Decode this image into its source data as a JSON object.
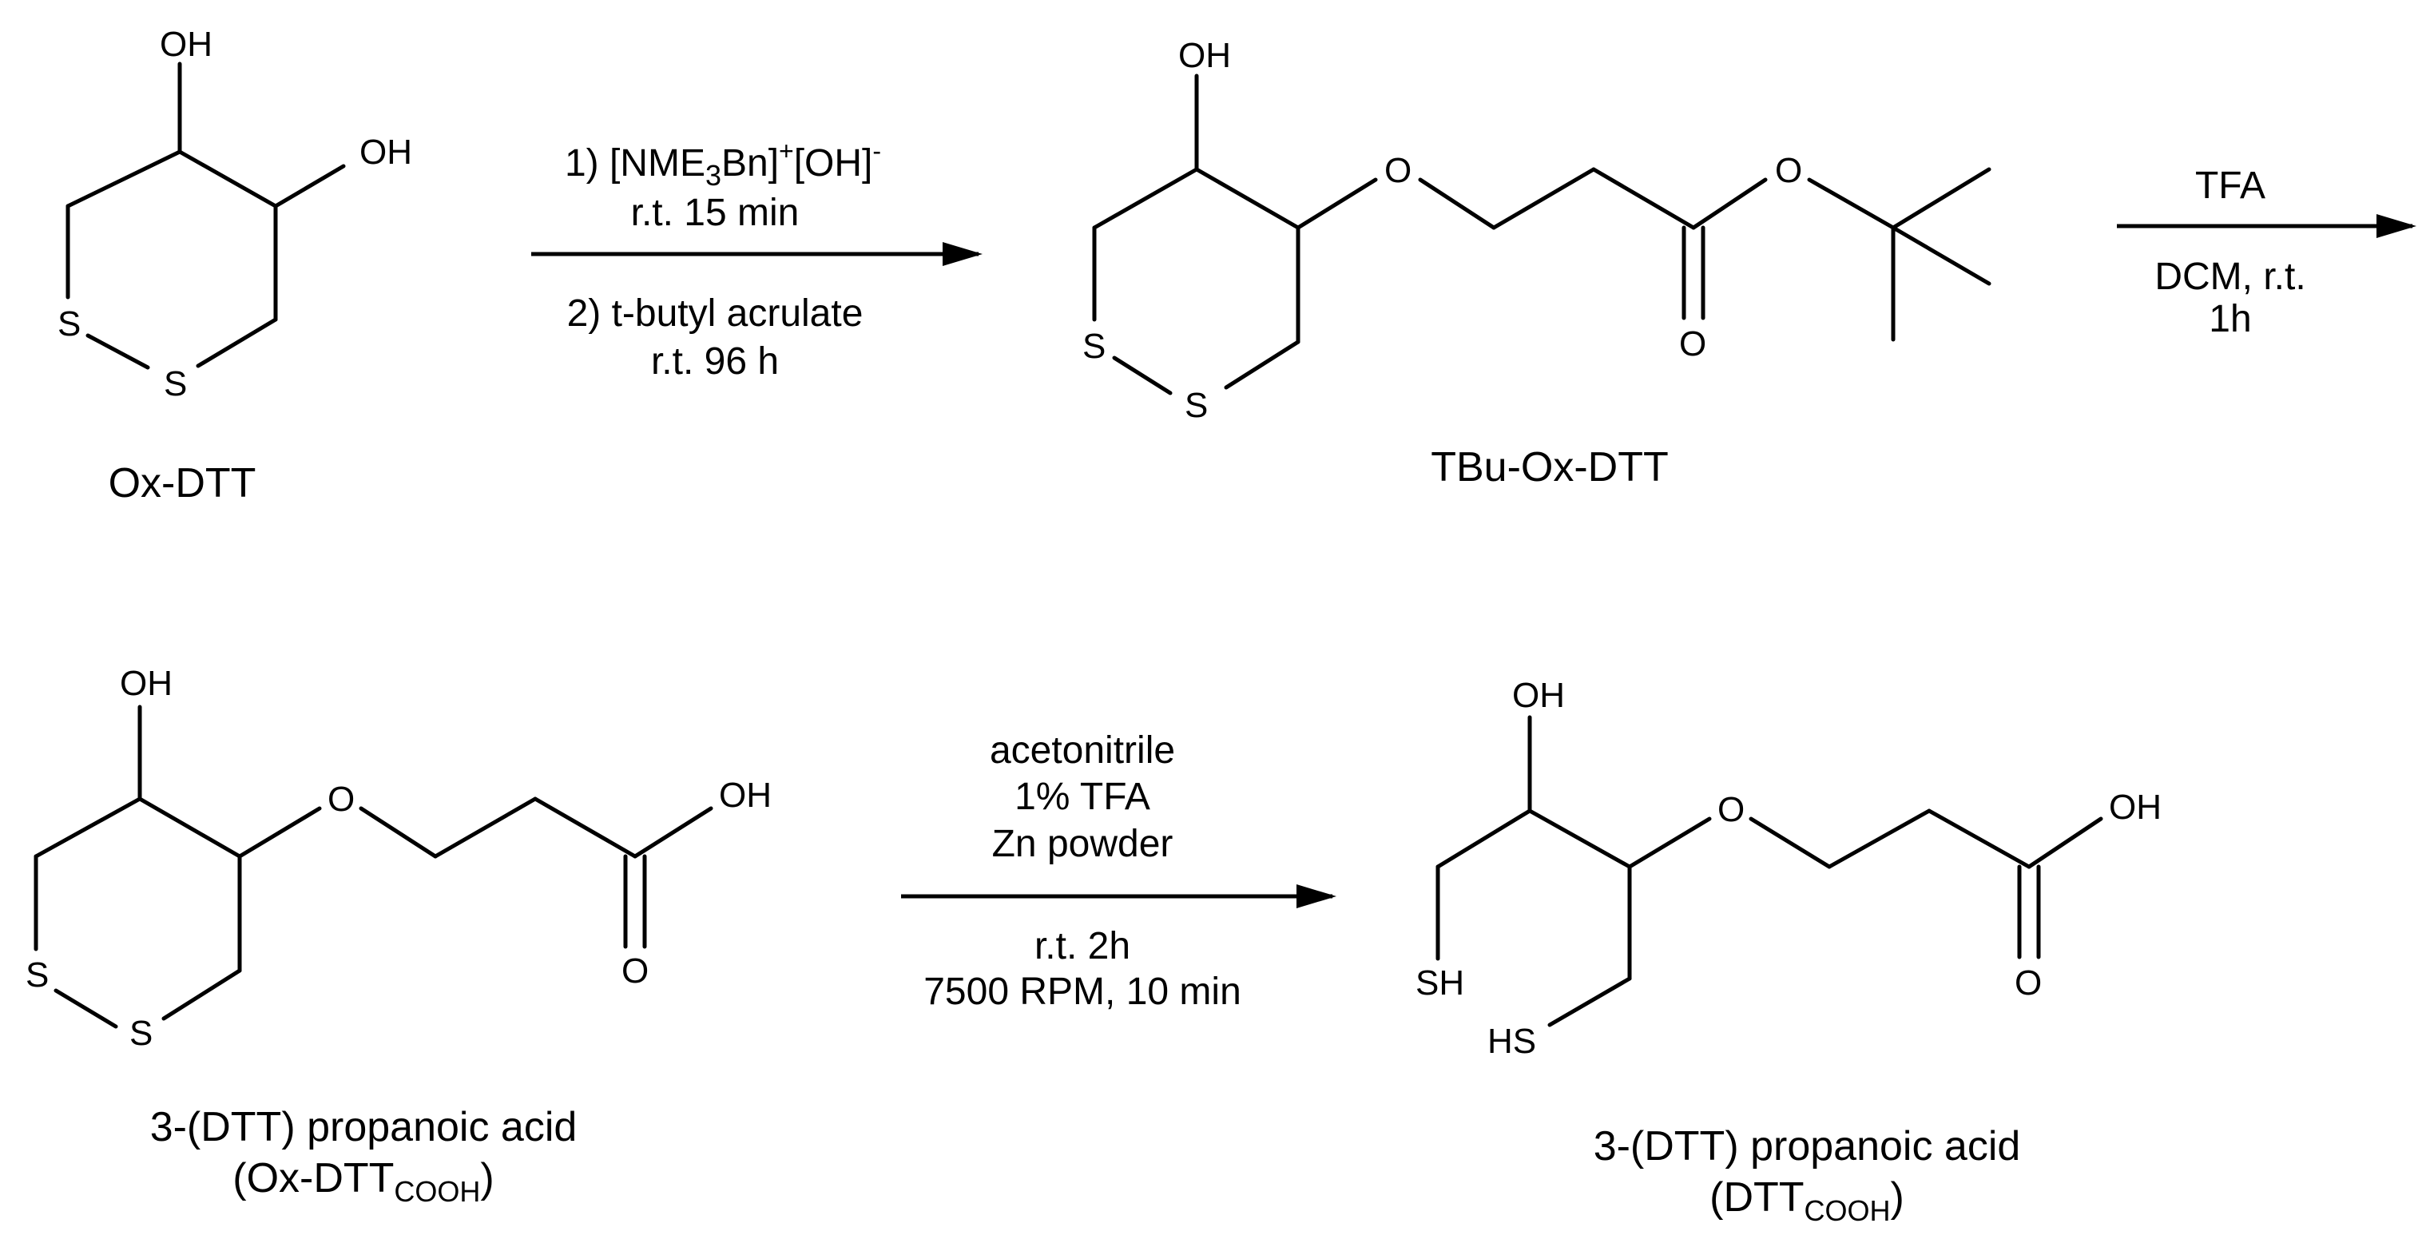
{
  "atoms": {
    "oh": "OH",
    "o": "O",
    "s": "S",
    "sh": "SH",
    "hs": "HS"
  },
  "step1": {
    "line1_prefix": "1) [NME",
    "line1_sub": "3",
    "line1_mid": "Bn]",
    "line1_sup1": "+",
    "line1_mid2": "[OH]",
    "line1_sup2": "-",
    "line2": "r.t. 15 min",
    "line3": "2) t-butyl acrulate",
    "line4": "r.t. 96 h"
  },
  "step2": {
    "above": "TFA",
    "below1": "DCM, r.t.",
    "below2": "1h"
  },
  "step3": {
    "above1": "acetonitrile",
    "above2": "1% TFA",
    "above3": "Zn powder",
    "below1": "r.t. 2h",
    "below2": "7500 RPM, 10 min"
  },
  "compounds": {
    "ox_dtt": "Ox-DTT",
    "tbu_ox_dtt": "TBu-Ox-DTT",
    "ox_dtt_cooh_line1": "3-(DTT) propanoic acid",
    "ox_dtt_cooh_line2_main": "(Ox-DTT",
    "ox_dtt_cooh_line2_sub": "COOH",
    "ox_dtt_cooh_line2_close": ")",
    "dtt_cooh_line1": "3-(DTT) propanoic acid",
    "dtt_cooh_line2_main": "(DTT",
    "dtt_cooh_line2_sub": "COOH",
    "dtt_cooh_line2_close": ")"
  }
}
